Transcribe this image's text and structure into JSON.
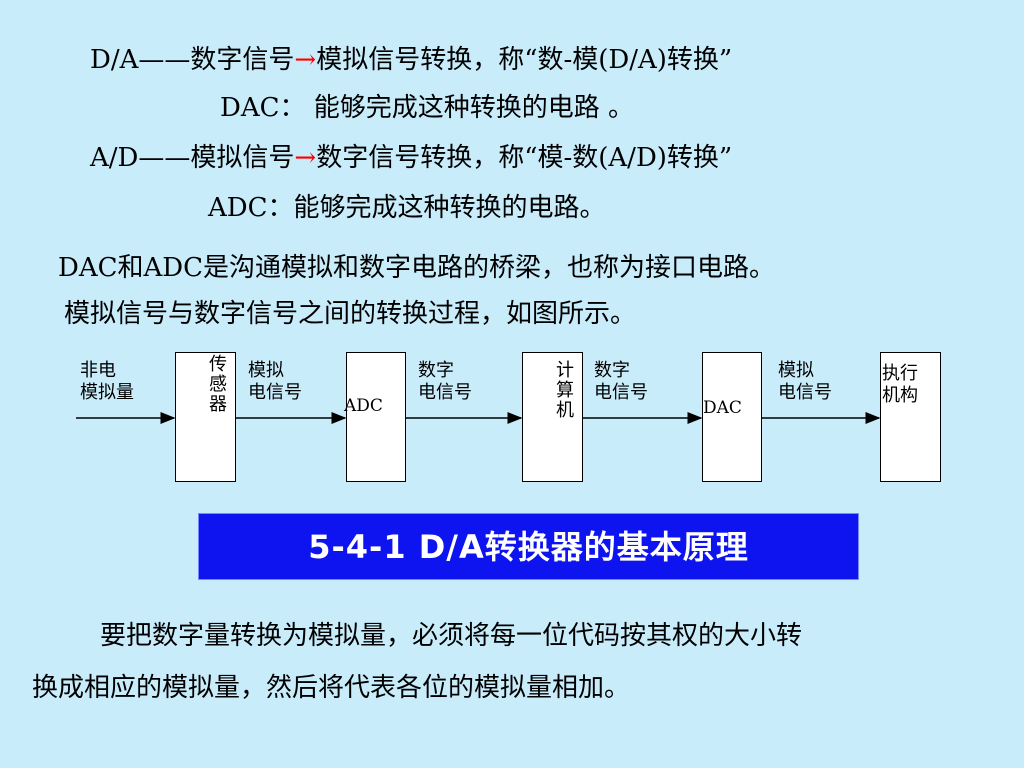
{
  "lines": {
    "da_prefix": "D/A——数字信号",
    "da_arrow": "→",
    "da_suffix": "模拟信号转换，称“数-模(D/A)转换”",
    "dac_def": "DAC： 能够完成这种转换的电路 。",
    "ad_prefix": "A/D——模拟信号",
    "ad_arrow": "→",
    "ad_suffix": "数字信号转换，称“模-数(A/D)转换”",
    "adc_def": "ADC：能够完成这种转换的电路。",
    "bridge": "DAC和ADC是沟通模拟和数字电路的桥梁，也称为接口电路。",
    "process": "模拟信号与数字信号之间的转换过程，如图所示。"
  },
  "diagram": {
    "input_label_1": "非电",
    "input_label_2": "模拟量",
    "sensor": "传感器",
    "analog_1": "模拟",
    "analog_2": "电信号",
    "adc": "ADC",
    "digital_1": "数字",
    "digital_2": "电信号",
    "computer": "计算机",
    "digital_b_1": "数字",
    "digital_b_2": "电信号",
    "dac": "DAC",
    "analog_b_1": "模拟",
    "analog_b_2": "电信号",
    "actuator_1": "执行",
    "actuator_2": "机构"
  },
  "section": {
    "title": "5-4-1   D/A转换器的基本原理"
  },
  "paragraph": {
    "line1": "要把数字量转换为模拟量，必须将每一位代码按其权的大小转",
    "line2": "换成相应的模拟量，然后将代表各位的模拟量相加。"
  },
  "colors": {
    "background": "#c9ecfb",
    "arrow": "#ff0000",
    "banner": "#0e14f0"
  }
}
